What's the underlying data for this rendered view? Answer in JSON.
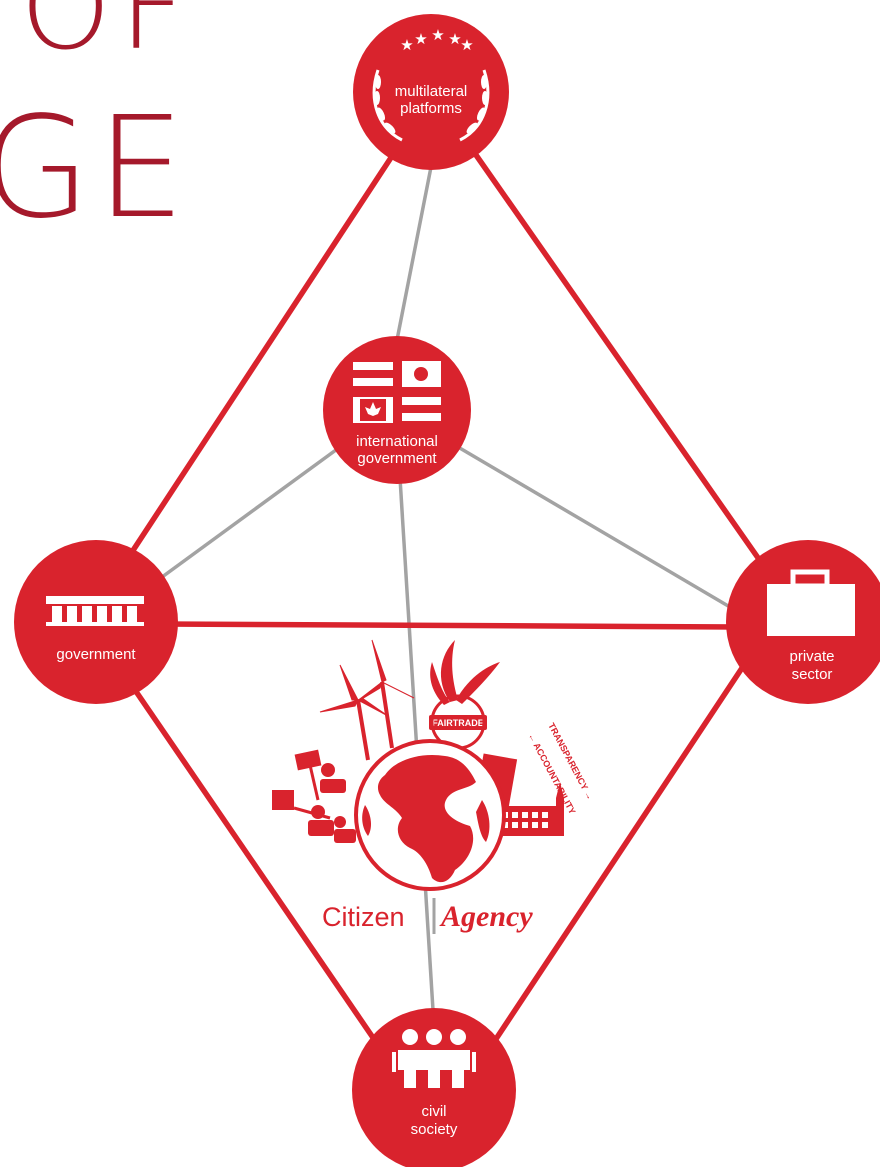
{
  "colors": {
    "red": "#d9232d",
    "title_red": "#a5192b",
    "gray_line": "#a3a3a3",
    "white": "#ffffff"
  },
  "title": {
    "line1": "OF",
    "line2": "GE"
  },
  "nodes": {
    "multilateral": {
      "line1": "multilateral",
      "line2": "platforms",
      "icon": "laurel-stars-icon"
    },
    "international": {
      "line1": "international",
      "line2": "government",
      "icon": "flags-icon"
    },
    "government": {
      "label": "government",
      "icon": "building-columns-icon"
    },
    "private": {
      "line1": "private",
      "line2": "sector",
      "icon": "briefcase-icon"
    },
    "civil": {
      "line1": "civil",
      "line2": "society",
      "icon": "people-icon"
    }
  },
  "center": {
    "label_plain": "Citizen",
    "label_italic": "Agency",
    "badge": "FAIRTRADE",
    "arc_text_1": "TRANSPARENCY →",
    "arc_text_2": "← ACCOUNTABILITY",
    "icon": "globe-icon"
  }
}
